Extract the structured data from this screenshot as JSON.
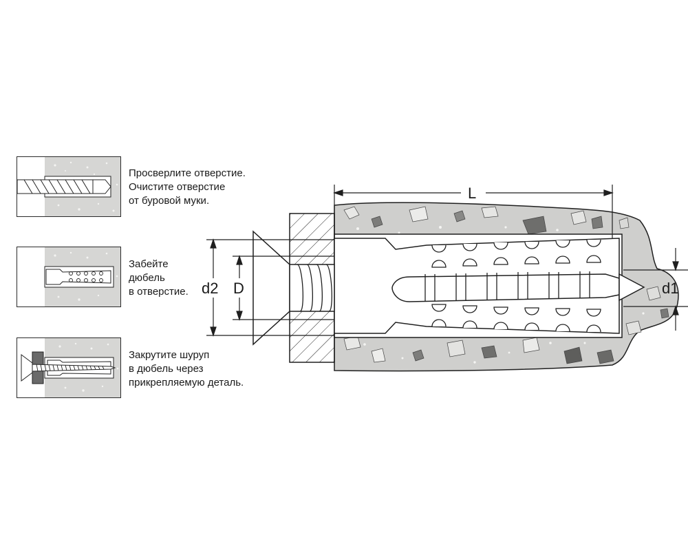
{
  "steps": [
    {
      "text": "Просверлите отверстие.\nОчистите отверстие\nот буровой муки."
    },
    {
      "text": "Забейте\nдюбель\nв отверстие."
    },
    {
      "text": "Закрутите шуруп\nв дюбель через\nприкрепляемую деталь."
    }
  ],
  "dimensions": {
    "L": "L",
    "d2": "d2",
    "D": "D",
    "d1": "d1"
  },
  "colors": {
    "concrete": "#cfcfcd",
    "concrete_dark": "#8e8e8c",
    "outline": "#1f1f1f",
    "dowel_fill": "#ffffff"
  }
}
